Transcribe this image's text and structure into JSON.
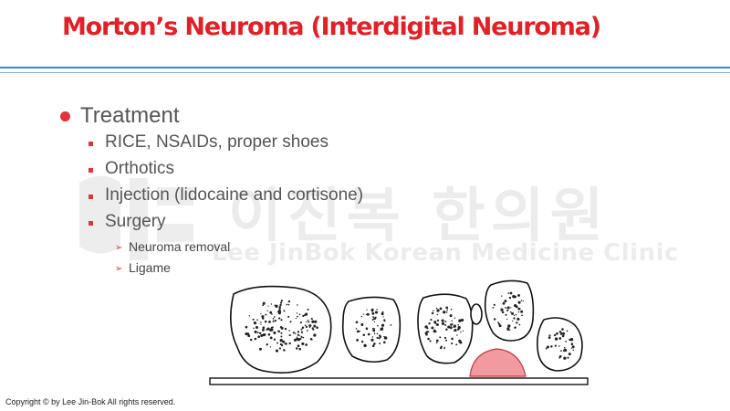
{
  "slide": {
    "title": "Morton’s Neuroma (Interdigital Neuroma)",
    "watermark": {
      "korean": "이진복 한의원",
      "english": "Lee JinBok Korean Medicine Clinic"
    },
    "heading": "Treatment",
    "items": [
      "RICE, NSAIDs, proper shoes",
      "Orthotics",
      "Injection (lidocaine and cortisone)",
      "Surgery"
    ],
    "subitems": [
      "Neuroma removal",
      "Ligame"
    ],
    "copyright": "Copyright © by Lee Jin-Bok  All rights reserved."
  },
  "colors": {
    "title": "#e02127",
    "bullet": "#e03438",
    "rule": "#3f86c2",
    "neuroma": "#f19aa0"
  },
  "icons": {
    "level1": "filled-circle-bullet",
    "level2": "square-bullet",
    "level3": "arrowhead-bullet"
  }
}
